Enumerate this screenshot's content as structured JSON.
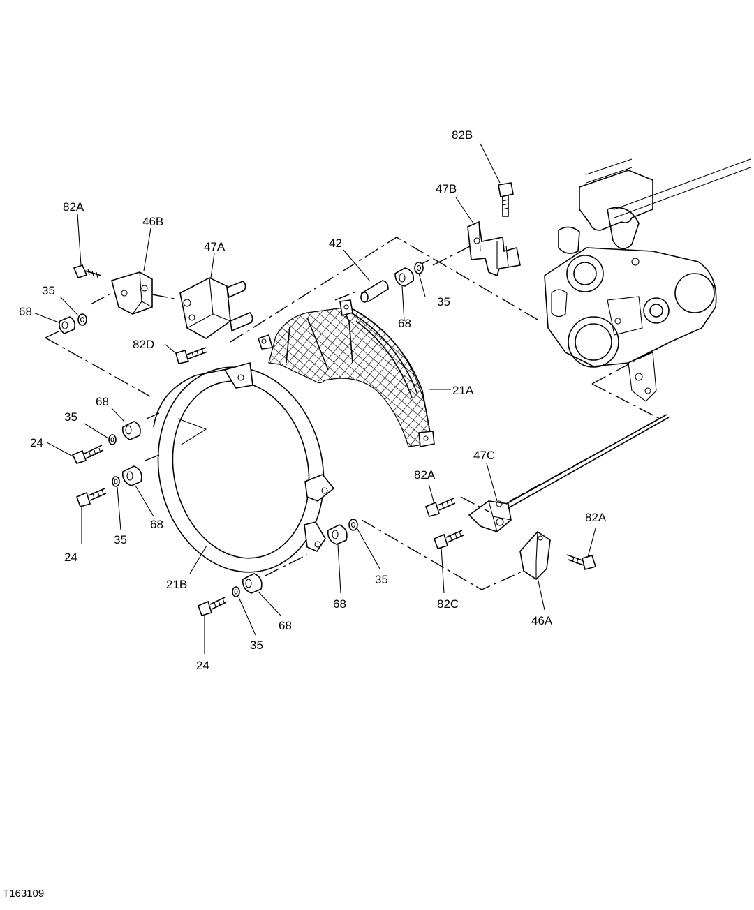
{
  "figure_id": "T163109",
  "callouts": [
    {
      "id": "c82B",
      "text": "82B"
    },
    {
      "id": "c47B",
      "text": "47B"
    },
    {
      "id": "c82A_top",
      "text": "82A"
    },
    {
      "id": "c46B",
      "text": "46B"
    },
    {
      "id": "c47A",
      "text": "47A"
    },
    {
      "id": "c42",
      "text": "42"
    },
    {
      "id": "c35_tl",
      "text": "35"
    },
    {
      "id": "c68_tl",
      "text": "68"
    },
    {
      "id": "c35_top",
      "text": "35"
    },
    {
      "id": "c68_top",
      "text": "68"
    },
    {
      "id": "c82D",
      "text": "82D"
    },
    {
      "id": "c21A",
      "text": "21A"
    },
    {
      "id": "c68_l1",
      "text": "68"
    },
    {
      "id": "c35_l1",
      "text": "35"
    },
    {
      "id": "c24_l1",
      "text": "24"
    },
    {
      "id": "c24_l2",
      "text": "24"
    },
    {
      "id": "c35_l2",
      "text": "35"
    },
    {
      "id": "c68_l2",
      "text": "68"
    },
    {
      "id": "c82A_mid",
      "text": "82A"
    },
    {
      "id": "c47C",
      "text": "47C"
    },
    {
      "id": "c82A_right",
      "text": "82A"
    },
    {
      "id": "c21B",
      "text": "21B"
    },
    {
      "id": "c68_bm",
      "text": "68"
    },
    {
      "id": "c35_bm",
      "text": "35"
    },
    {
      "id": "c82C",
      "text": "82C"
    },
    {
      "id": "c46A",
      "text": "46A"
    },
    {
      "id": "c68_b",
      "text": "68"
    },
    {
      "id": "c35_b",
      "text": "35"
    },
    {
      "id": "c24_b",
      "text": "24"
    }
  ]
}
